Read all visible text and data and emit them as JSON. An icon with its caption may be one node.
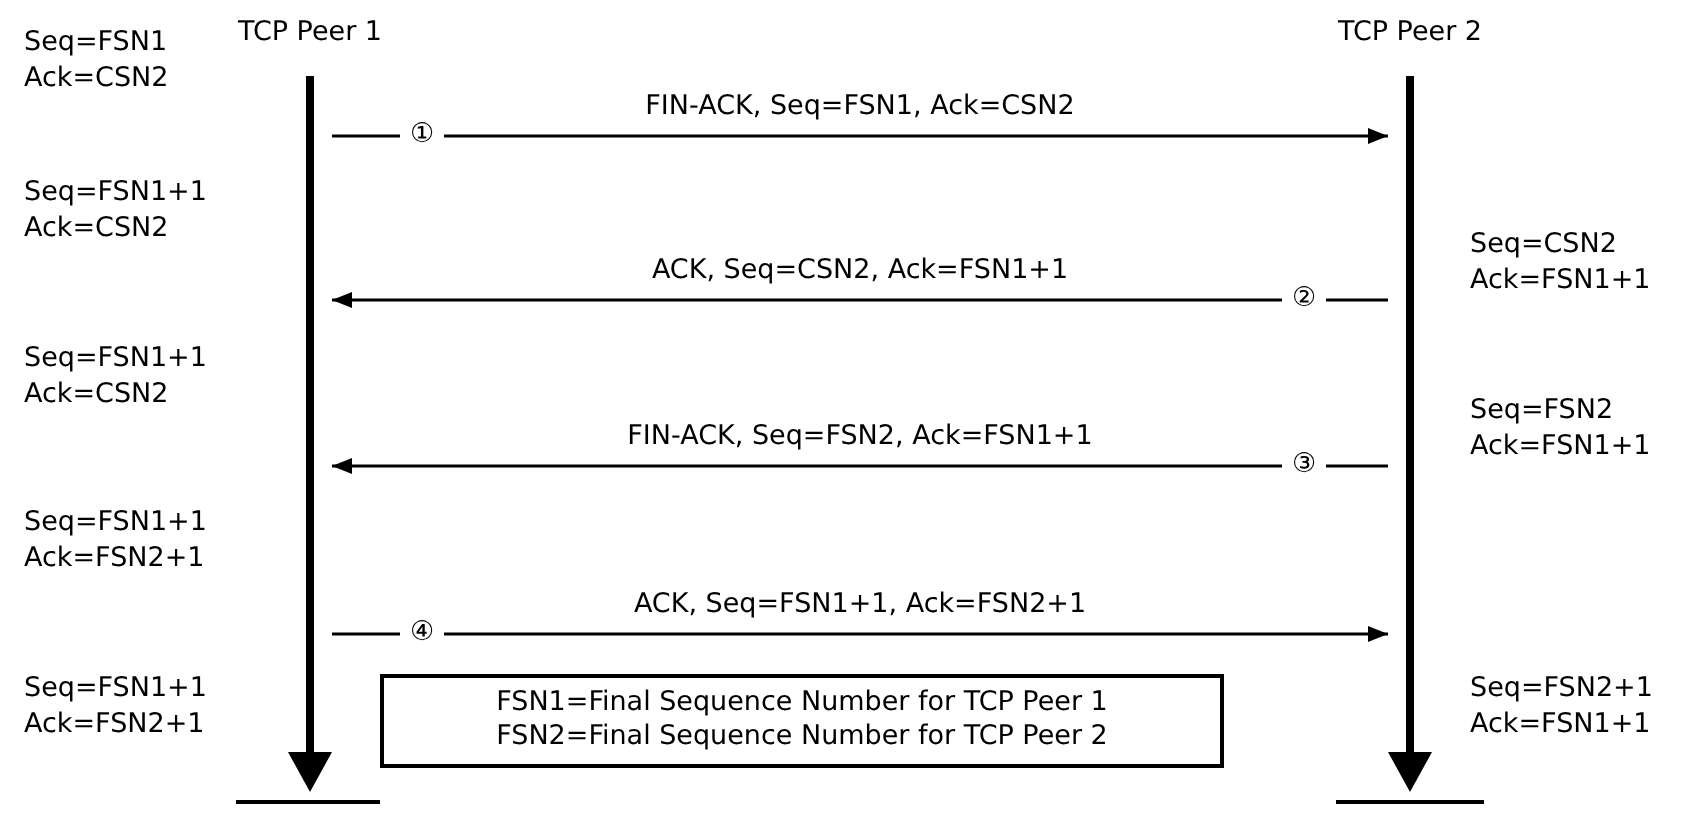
{
  "diagram": {
    "nodes": [
      {
        "text": [
          "TCP Peer 1"
        ]
      },
      {
        "text": [
          "TCP Peer 2"
        ]
      },
      {
        "text": [],
        "shape": "bar"
      },
      {
        "text": [],
        "shape": "bar"
      },
      {
        "text": [
          "FSN1=Final Sequence Number for TCP Peer 1",
          "FSN2=Final Sequence Number for TCP Peer 2"
        ]
      }
    ],
    "edges": [
      {
        "from": 2,
        "to": 3,
        "arrow": "to",
        "label": "FIN-ACK, Seq=FSN1, Ack=CSN2"
      },
      {
        "from": 3,
        "to": 2,
        "arrow": "to",
        "label": "ACK, Seq=CSN2, Ack=FSN1+1"
      },
      {
        "from": 3,
        "to": 2,
        "arrow": "to",
        "label": "FIN-ACK, Seq=FSN2, Ack=FSN1+1"
      },
      {
        "from": 2,
        "to": 3,
        "arrow": "to",
        "label": "ACK, Seq=FSN1+1, Ack=FSN2+1"
      }
    ],
    "labels": [
      "Seq=FSN1",
      "Ack=CSN2",
      "①",
      "Seq=FSN1+1",
      "Ack=CSN2",
      "Seq=CSN2",
      "Ack=FSN1+1",
      "②",
      "Seq=FSN1+1",
      "Ack=CSN2",
      "Seq=FSN2",
      "Ack=FSN1+1",
      "③",
      "Seq=FSN1+1",
      "Ack=FSN2+1",
      "④",
      "Seq=FSN1+1",
      "Ack=FSN2+1",
      "Seq=FSN2+1",
      "Ack=FSN1+1"
    ]
  }
}
